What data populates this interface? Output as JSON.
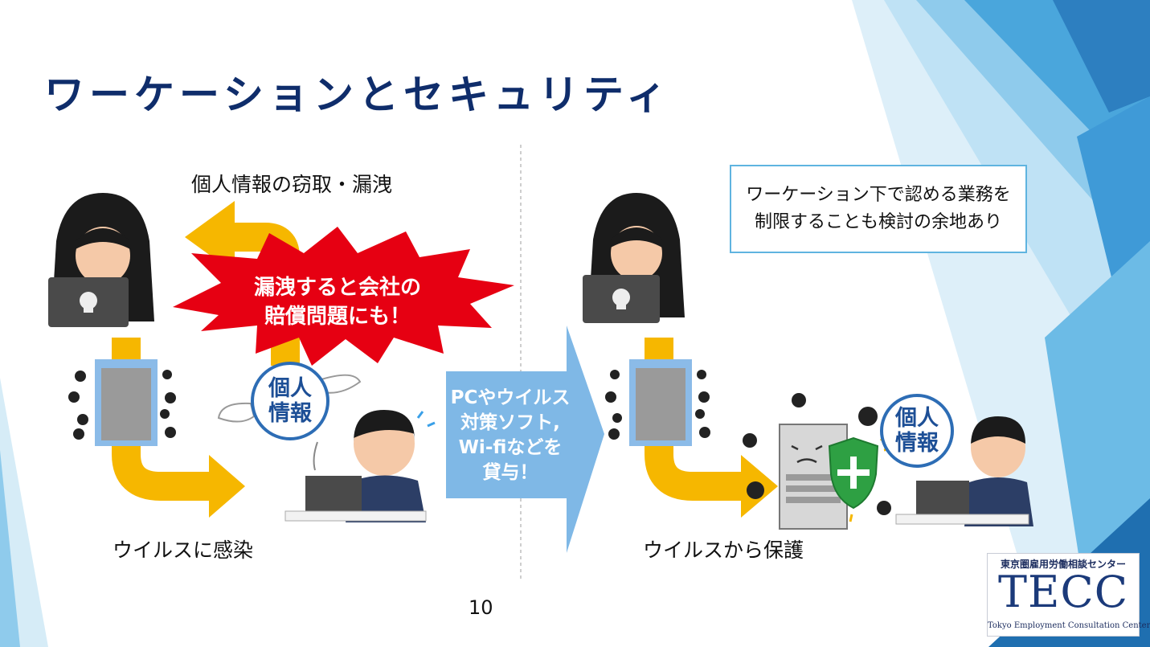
{
  "slide": {
    "title": "ワーケーションとセキュリティ",
    "page_number": "10"
  },
  "left": {
    "top_label": "個人情報の窃取・漏洩",
    "bottom_label": "ウイルスに感染",
    "burst_line1": "漏洩すると会社の",
    "burst_line2": "賠償問題にも！",
    "bubble_line1": "個人",
    "bubble_line2": "情報"
  },
  "middle_arrow": {
    "line1": "PCやウイルス",
    "line2": "対策ソフト,",
    "line3": "Wi-fiなどを",
    "line4": "貸与！"
  },
  "right": {
    "callout_line1": "ワーケーション下で認める業務を",
    "callout_line2": "制限することも検討の余地あり",
    "bottom_label": "ウイルスから保護",
    "bubble_line1": "個人",
    "bubble_line2": "情報"
  },
  "logo": {
    "top_text": "東京圏雇用労働相談センター",
    "main_text": "TECC",
    "bottom_text": "Tokyo Employment Consultation Center"
  },
  "colors": {
    "title": "#0f2d6b",
    "arrow_yellow": "#f6b700",
    "burst_red": "#e60012",
    "middle_arrow": "#7fb8e6",
    "callout_border": "#5fb4e0"
  }
}
